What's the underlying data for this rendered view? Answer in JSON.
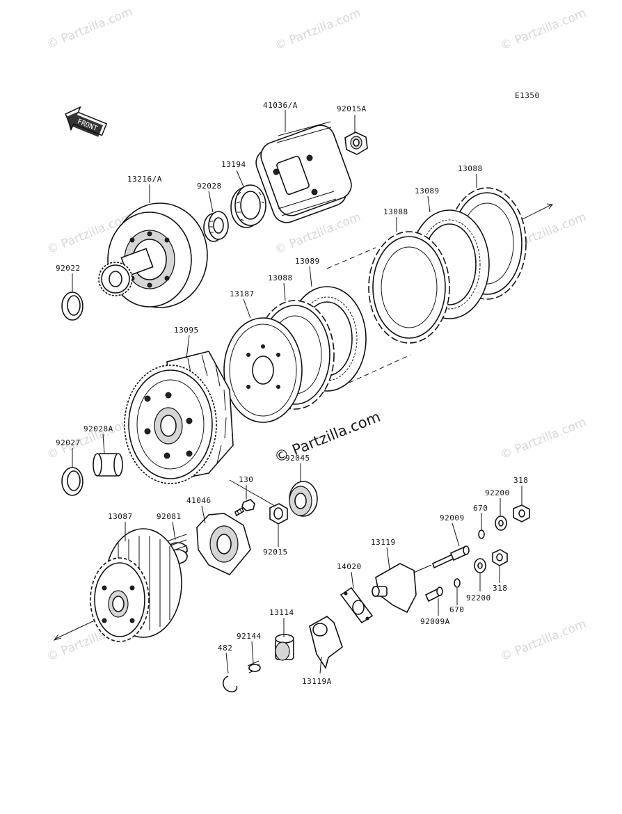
{
  "diagram_code": "E1350",
  "front_label": "FRONT",
  "watermark_text": "© Partzilla.com",
  "watermark_main": "© Partzilla.com",
  "parts": {
    "p41036A": "41036/A",
    "p92015A": "92015A",
    "p13194": "13194",
    "p13216A": "13216/A",
    "p92028": "92028",
    "p13088_top": "13088",
    "p13089_top": "13089",
    "p13088_mid": "13088",
    "p92022": "92022",
    "p13089_mid": "13089",
    "p13088_low": "13088",
    "p13187": "13187",
    "p13095": "13095",
    "p92028A": "92028A",
    "p92027": "92027",
    "p92045": "92045",
    "p130": "130",
    "p318_top": "318",
    "p92200_top": "92200",
    "p13087": "13087",
    "p41046": "41046",
    "p92081": "92081",
    "p670_top": "670",
    "p92009": "92009",
    "p92015": "92015",
    "p13119": "13119",
    "p14020": "14020",
    "p318_low": "318",
    "p92200_low": "92200",
    "p670_low": "670",
    "p92009A": "92009A",
    "p13114": "13114",
    "p92144": "92144",
    "p482": "482",
    "p13119A": "13119A"
  }
}
